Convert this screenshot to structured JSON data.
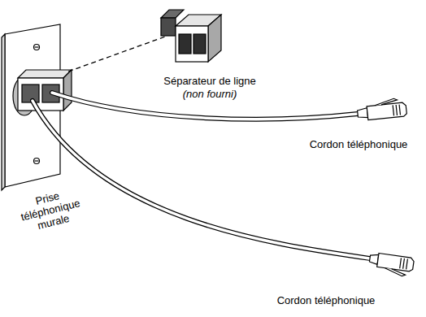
{
  "diagram": {
    "labels": [
      "Séparateur de ligne",
      "(non fourni)",
      "Cordon téléphonique",
      "Prise téléphonique murale",
      "Cordon téléphonique"
    ]
  }
}
